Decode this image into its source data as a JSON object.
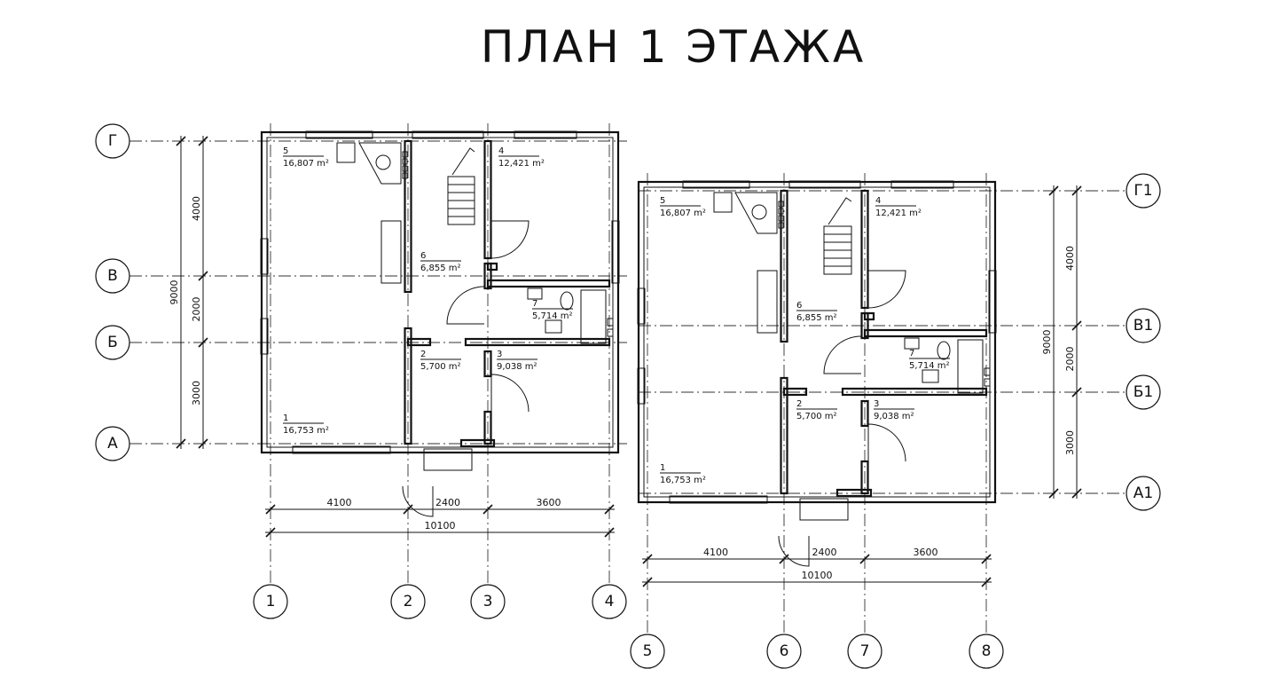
{
  "title": "ПЛАН 1 ЭТАЖА",
  "plans": [
    {
      "id": "left",
      "row_axes": [
        "Г",
        "В",
        "Б",
        "А"
      ],
      "col_axes": [
        "1",
        "2",
        "3",
        "4"
      ],
      "col_dims": [
        "4100",
        "2400",
        "3600"
      ],
      "col_total": "10100",
      "row_dims": [
        "4000",
        "2000",
        "3000"
      ],
      "row_total": "9000",
      "rooms": [
        {
          "num": "5",
          "area": "16,807 m²"
        },
        {
          "num": "4",
          "area": "12,421 m²"
        },
        {
          "num": "6",
          "area": "6,855 m²"
        },
        {
          "num": "7",
          "area": "5,714 m²"
        },
        {
          "num": "2",
          "area": "5,700 m²"
        },
        {
          "num": "3",
          "area": "9,038 m²"
        },
        {
          "num": "1",
          "area": "16,753 m²"
        }
      ]
    },
    {
      "id": "right",
      "row_axes": [
        "Г1",
        "В1",
        "Б1",
        "А1"
      ],
      "col_axes": [
        "5",
        "6",
        "7",
        "8"
      ],
      "col_dims": [
        "4100",
        "2400",
        "3600"
      ],
      "col_total": "10100",
      "row_dims": [
        "4000",
        "2000",
        "3000"
      ],
      "row_total": "9000",
      "rooms": [
        {
          "num": "5",
          "area": "16,807 m²"
        },
        {
          "num": "4",
          "area": "12,421 m²"
        },
        {
          "num": "6",
          "area": "6,855 m²"
        },
        {
          "num": "7",
          "area": "5,714 m²"
        },
        {
          "num": "2",
          "area": "5,700 m²"
        },
        {
          "num": "3",
          "area": "9,038 m²"
        },
        {
          "num": "1",
          "area": "16,753 m²"
        }
      ]
    }
  ]
}
